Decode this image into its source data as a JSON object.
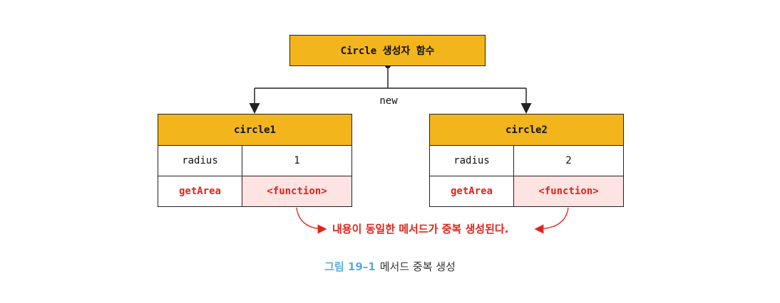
{
  "constructor": {
    "label": "Circle 생성자 함수"
  },
  "new_label": "new",
  "objects": [
    {
      "title": "circle1",
      "rows": [
        {
          "key": "radius",
          "value": "1"
        },
        {
          "key": "getArea",
          "value": "<function>"
        }
      ]
    },
    {
      "title": "circle2",
      "rows": [
        {
          "key": "radius",
          "value": "2"
        },
        {
          "key": "getArea",
          "value": "<function>"
        }
      ]
    }
  ],
  "note": "내용이 동일한 메서드가 중복 생성된다.",
  "caption": {
    "figure": "그림 19–1",
    "text": "메서드 중복 생성"
  },
  "colors": {
    "header": "#f2b51c",
    "highlight": "#e2231a",
    "highlight_bg": "#fde3e2",
    "caption_accent": "#55aee0"
  }
}
